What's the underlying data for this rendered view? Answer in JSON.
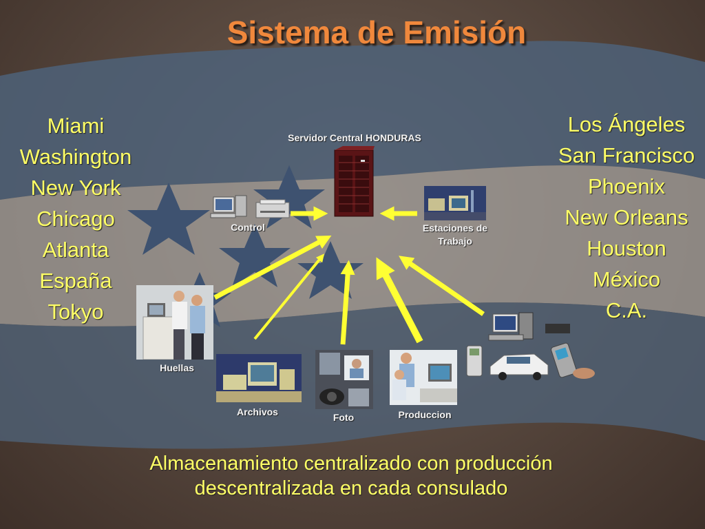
{
  "title": "Sistema de Emisión",
  "left_cities": [
    "Miami",
    "Washington",
    "New York",
    "Chicago",
    "Atlanta",
    "España",
    "Tokyo"
  ],
  "right_cities": [
    "Los Ángeles",
    "San Francisco",
    "Phoenix",
    "New Orleans",
    "Houston",
    "México",
    "C.A."
  ],
  "nodes": {
    "server": "Servidor Central HONDURAS",
    "control": "Control",
    "workstations": "Estaciones de Trabajo",
    "fingerprints": "Huellas",
    "archives": "Archivos",
    "photo": "Foto",
    "production": "Produccion"
  },
  "caption": {
    "line1": "Almacenamiento centralizado con producción",
    "line2": "descentralizada en cada consulado"
  },
  "colors": {
    "title": "#f0883c",
    "text": "#ffff66",
    "arrow": "#ffff33"
  }
}
